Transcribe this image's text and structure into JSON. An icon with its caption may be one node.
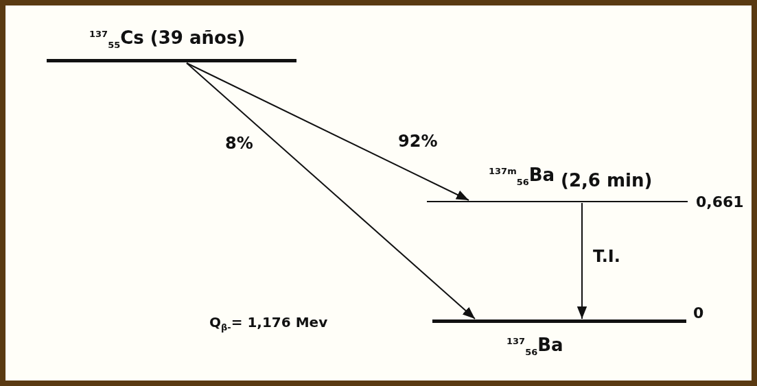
{
  "diagram": {
    "nodes": [
      {
        "text": [
          "$^{137}$$_{55}$Cs (39 años)"
        ]
      },
      {
        "text": [
          "$^{137m}$$_{56}$Ba",
          "(2,6 min)"
        ],
        "beside": [
          "0,661"
        ]
      },
      {
        "text": [
          "$^{137}$$_{56}$Ba"
        ],
        "beside": [
          "0"
        ]
      }
    ],
    "edges": [
      {
        "from": 0,
        "to": 1,
        "arrow": "to",
        "label": "92%"
      },
      {
        "from": 0,
        "to": 2,
        "arrow": "to",
        "label": "8%"
      },
      {
        "from": 1,
        "to": 2,
        "arrow": "to",
        "label": "T.I."
      }
    ],
    "labels": [
      "Q$_{β-}$= 1,176 Mev"
    ]
  }
}
